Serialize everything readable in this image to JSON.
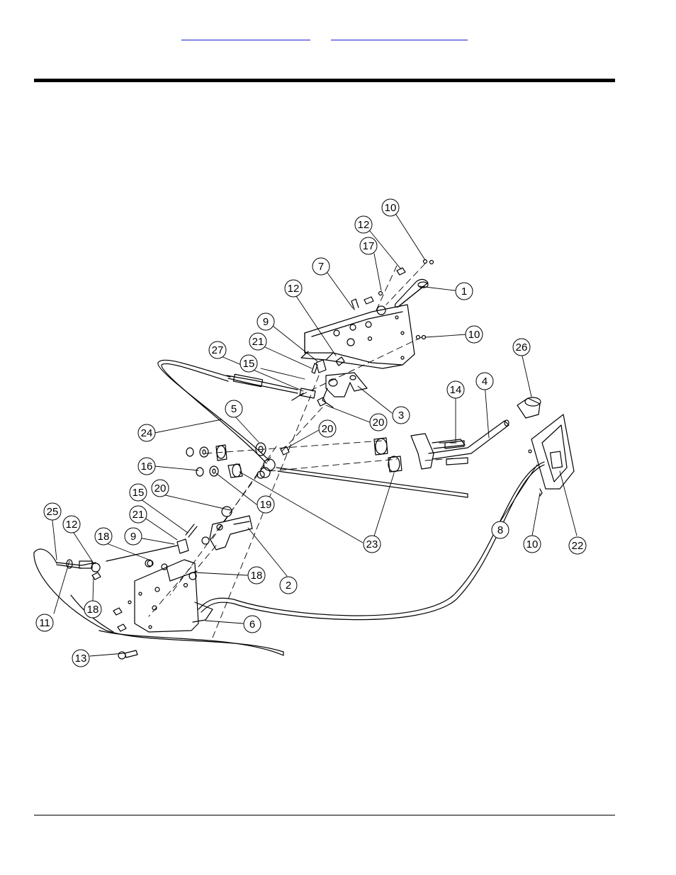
{
  "header": {
    "link_1": "",
    "link_2": ""
  },
  "callouts": [
    {
      "id": "c-10a",
      "label": "10"
    },
    {
      "id": "c-12a",
      "label": "12"
    },
    {
      "id": "c-17",
      "label": "17"
    },
    {
      "id": "c-7",
      "label": "7"
    },
    {
      "id": "c-1",
      "label": "1"
    },
    {
      "id": "c-12b",
      "label": "12"
    },
    {
      "id": "c-10b",
      "label": "10"
    },
    {
      "id": "c-9a",
      "label": "9"
    },
    {
      "id": "c-21a",
      "label": "21"
    },
    {
      "id": "c-27",
      "label": "27"
    },
    {
      "id": "c-15a",
      "label": "15"
    },
    {
      "id": "c-26",
      "label": "26"
    },
    {
      "id": "c-3",
      "label": "3"
    },
    {
      "id": "c-14",
      "label": "14"
    },
    {
      "id": "c-4",
      "label": "4"
    },
    {
      "id": "c-5",
      "label": "5"
    },
    {
      "id": "c-20a",
      "label": "20"
    },
    {
      "id": "c-20b",
      "label": "20"
    },
    {
      "id": "c-24",
      "label": "24"
    },
    {
      "id": "c-16",
      "label": "16"
    },
    {
      "id": "c-19",
      "label": "19"
    },
    {
      "id": "c-20c",
      "label": "20"
    },
    {
      "id": "c-15b",
      "label": "15"
    },
    {
      "id": "c-21b",
      "label": "21"
    },
    {
      "id": "c-9b",
      "label": "9"
    },
    {
      "id": "c-25",
      "label": "25"
    },
    {
      "id": "c-12c",
      "label": "12"
    },
    {
      "id": "c-18a",
      "label": "18"
    },
    {
      "id": "c-18b",
      "label": "18"
    },
    {
      "id": "c-18c",
      "label": "18"
    },
    {
      "id": "c-2",
      "label": "2"
    },
    {
      "id": "c-23",
      "label": "23"
    },
    {
      "id": "c-8",
      "label": "8"
    },
    {
      "id": "c-10c",
      "label": "10"
    },
    {
      "id": "c-22",
      "label": "22"
    },
    {
      "id": "c-11",
      "label": "11"
    },
    {
      "id": "c-6",
      "label": "6"
    },
    {
      "id": "c-13",
      "label": "13"
    }
  ]
}
